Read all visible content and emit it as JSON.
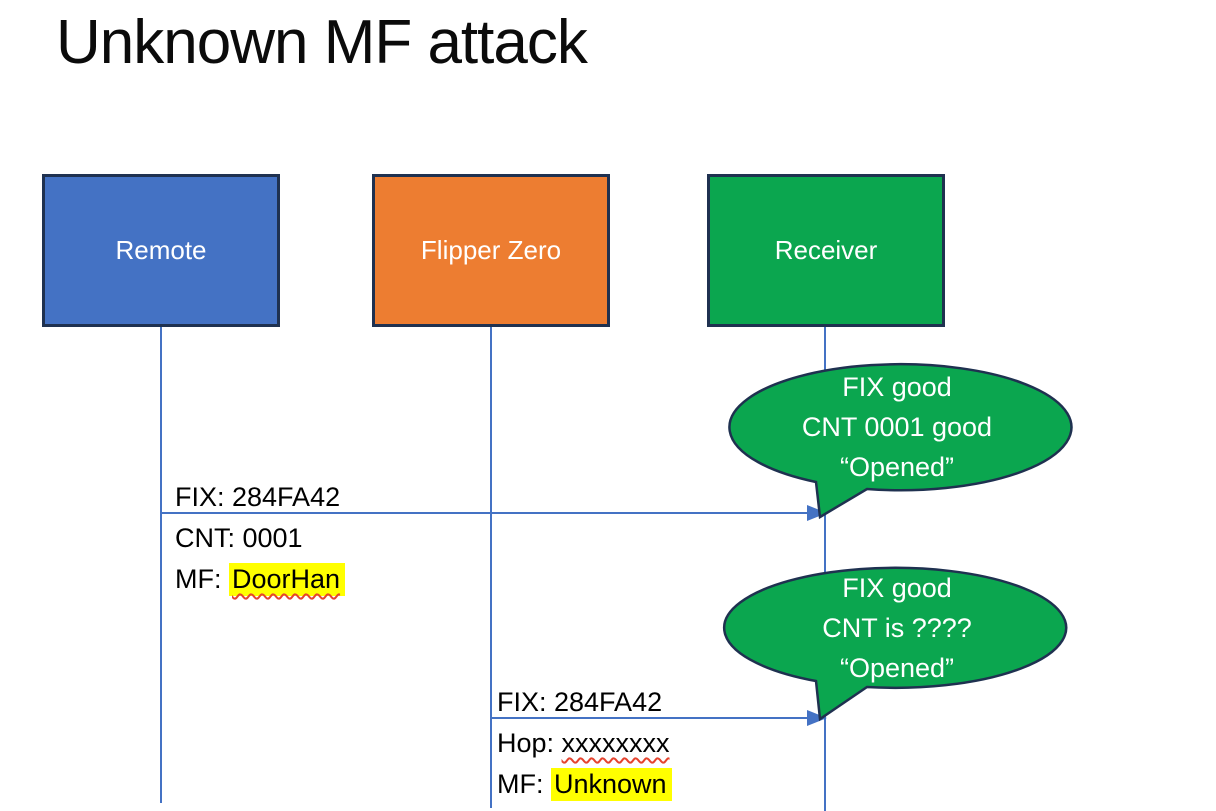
{
  "title": "Unknown MF attack",
  "actors": {
    "remote": {
      "label": "Remote",
      "fill": "#4472C4"
    },
    "flipper": {
      "label": "Flipper Zero",
      "fill": "#ED7D31"
    },
    "receiver": {
      "label": "Receiver",
      "fill": "#0BA64F"
    }
  },
  "message1": {
    "line1": "FIX: 284FA42",
    "line2": "CNT: 0001",
    "line3_prefix": "MF: ",
    "line3_value": "DoorHan"
  },
  "message2": {
    "line1": "FIX: 284FA42",
    "line2_prefix": "Hop: ",
    "line2_value": "xxxxxxxx",
    "line3_prefix": "MF: ",
    "line3_value": "Unknown"
  },
  "callout1": {
    "line1": "FIX good",
    "line2": "CNT 0001 good",
    "line3": "“Opened”"
  },
  "callout2": {
    "line1": "FIX good",
    "line2": "CNT is ????",
    "line3": "“Opened”"
  },
  "colors": {
    "accent_blue": "#4472C4",
    "accent_orange": "#ED7D31",
    "green": "#0BA64F",
    "border_navy": "#1F3150",
    "highlight_yellow": "#FFFF00",
    "squiggle_red": "#E5432E"
  }
}
